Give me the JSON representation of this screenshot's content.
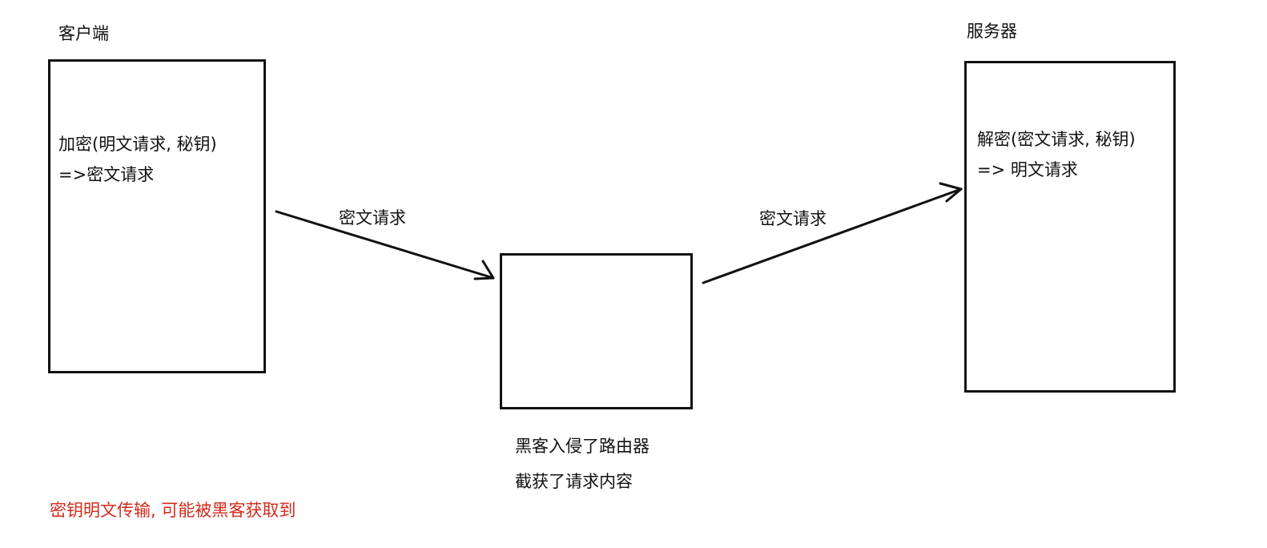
{
  "client": {
    "title": "客户端",
    "line1": "加密(明文请求, 秘钥)",
    "line2": "=>密文请求"
  },
  "server": {
    "title": "服务器",
    "line1": "解密(密文请求, 秘钥)",
    "line2": "=> 明文请求"
  },
  "arrow_left_label": "密文请求",
  "arrow_right_label": "密文请求",
  "router": {
    "line1": "黑客入侵了路由器",
    "line2": "截获了请求内容"
  },
  "warning": "密钥明文传输, 可能被黑客获取到",
  "colors": {
    "stroke": "#111111",
    "warning": "#d42a1a"
  }
}
